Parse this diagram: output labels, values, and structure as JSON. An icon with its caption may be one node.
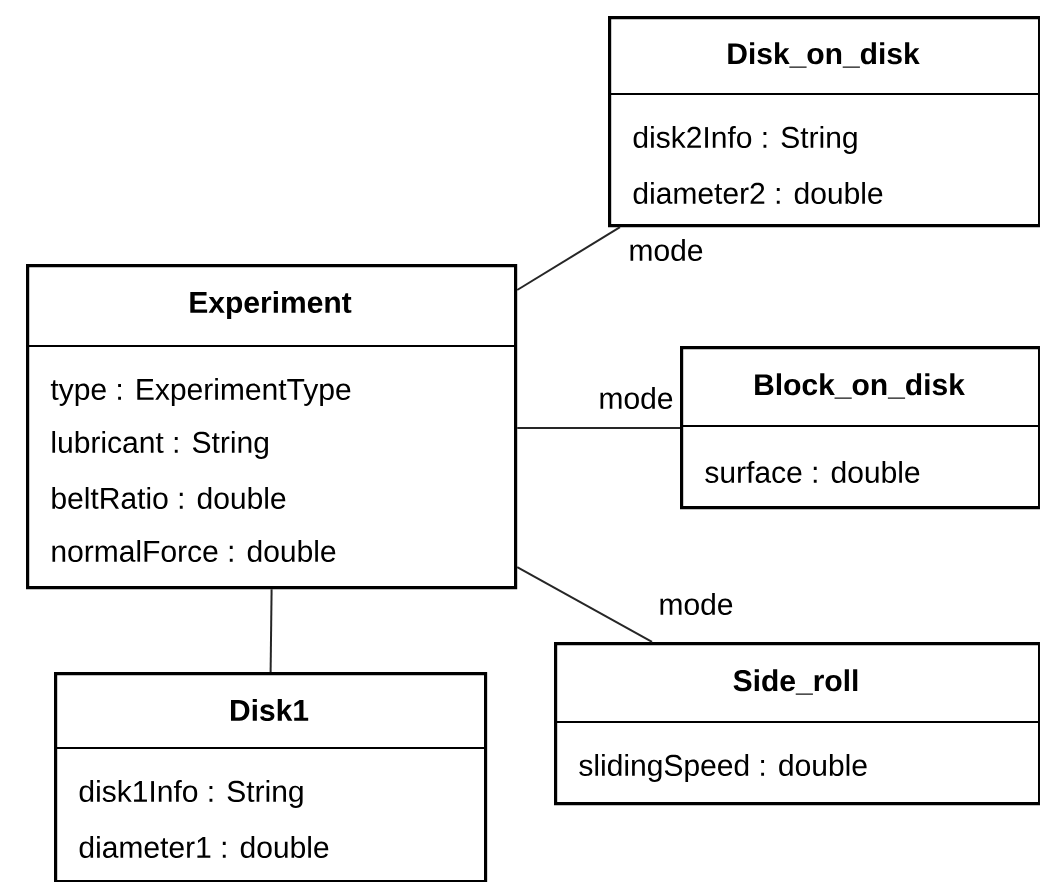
{
  "diagram": {
    "nodes": [
      {
        "text": [
          "Disk_on_disk",
          "disk2Info : String",
          "diameter2 : double"
        ]
      },
      {
        "text": [
          "Experiment",
          "type : ExperimentType",
          "lubricant : String",
          "beltRatio : double",
          "normalForce : double"
        ]
      },
      {
        "text": [
          "Block_on_disk",
          "surface : double"
        ]
      },
      {
        "text": [
          "Side_roll",
          "slidingSpeed : double"
        ]
      },
      {
        "text": [
          "Disk1",
          "disk1Info : String",
          "diameter1 : double"
        ]
      }
    ],
    "edges": [
      {
        "from": 1,
        "to": 0,
        "arrow": "none",
        "label": "mode"
      },
      {
        "from": 1,
        "to": 2,
        "arrow": "none",
        "label": "mode"
      },
      {
        "from": 1,
        "to": 3,
        "arrow": "none",
        "label": "mode"
      },
      {
        "from": 1,
        "to": 4,
        "arrow": "none"
      }
    ]
  }
}
